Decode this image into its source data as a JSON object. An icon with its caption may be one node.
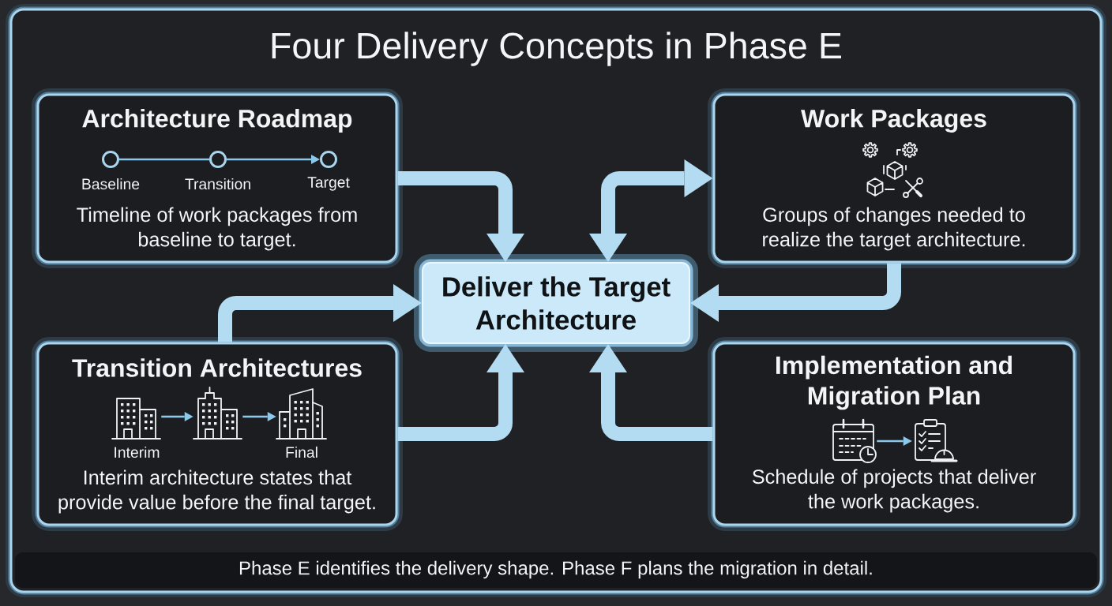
{
  "diagram": {
    "title": "Four Delivery Concepts in Phase E",
    "caption": "Phase E identifies the delivery shape. Phase F plans the migration in detail.",
    "nodes": [
      {
        "text": [
          "Architecture Roadmap",
          "Timeline of work packages from baseline to target."
        ]
      },
      {
        "text": [],
        "shape": "circle",
        "in": 0,
        "beside": [
          "Baseline"
        ]
      },
      {
        "text": [],
        "shape": "circle",
        "in": 0,
        "beside": [
          "Transition"
        ]
      },
      {
        "text": [],
        "shape": "circle",
        "in": 0,
        "beside": [
          "Target"
        ]
      },
      {
        "text": [
          "Work Packages",
          "Groups of changes needed to realize the target architecture."
        ]
      },
      {
        "text": [
          "Deliver the Target Architecture"
        ]
      },
      {
        "text": [
          "Transition Architectures",
          "Interim architecture states that provide value before the final target."
        ]
      },
      {
        "text": [],
        "shape": "picture",
        "in": 6,
        "beside": [
          "Interim"
        ]
      },
      {
        "text": [],
        "shape": "picture",
        "in": 6
      },
      {
        "text": [],
        "shape": "picture",
        "in": 6,
        "beside": [
          "Final"
        ]
      },
      {
        "text": [
          "Implementation and Migration Plan",
          "Schedule of projects that deliver the work packages."
        ]
      },
      {
        "text": [],
        "shape": "picture",
        "in": 10
      },
      {
        "text": [],
        "shape": "picture",
        "in": 10
      }
    ],
    "edges": [
      {
        "from": 0,
        "to": 5,
        "arrow": "to"
      },
      {
        "from": 5,
        "to": 4,
        "arrow": "both"
      },
      {
        "from": 4,
        "to": 5,
        "arrow": "to"
      },
      {
        "from": 6,
        "to": 5,
        "arrow": "to"
      },
      {
        "from": 6,
        "to": 5,
        "arrow": "to"
      },
      {
        "from": 10,
        "to": 5,
        "arrow": "to"
      },
      {
        "from": 1,
        "to": 2,
        "arrow": "none"
      },
      {
        "from": 2,
        "to": 3,
        "arrow": "to"
      },
      {
        "from": 7,
        "to": 8,
        "arrow": "to"
      },
      {
        "from": 8,
        "to": 9,
        "arrow": "to"
      },
      {
        "from": 11,
        "to": 12,
        "arrow": "to"
      }
    ]
  }
}
